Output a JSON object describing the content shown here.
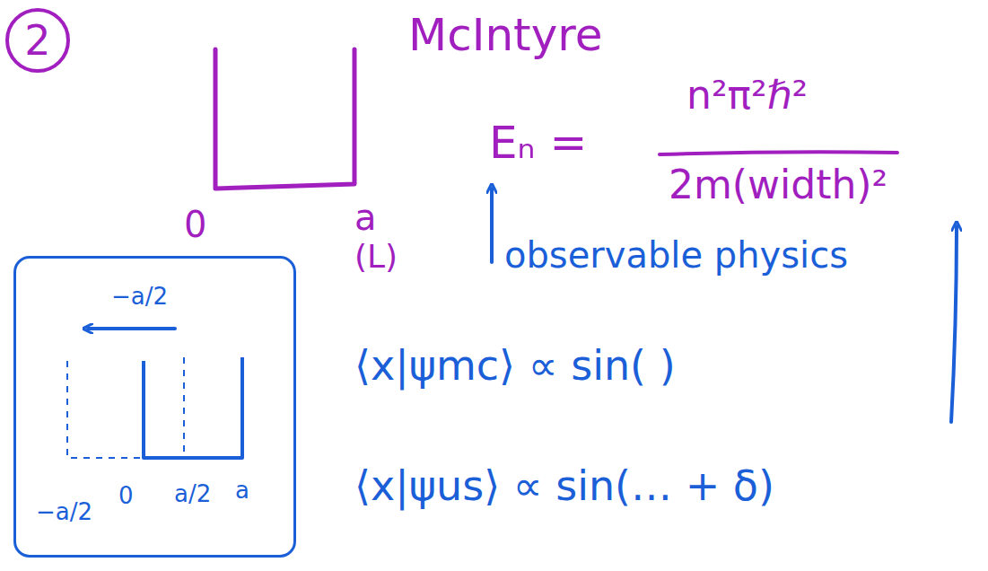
{
  "diagram": {
    "nodes": [
      {
        "text": [
          "2"
        ]
      },
      {
        "text": [
          "−a/2",
          "−a/2",
          "0",
          "a/2",
          "a"
        ]
      }
    ],
    "labels": [
      "McIntyre",
      "0",
      "a",
      "(L)",
      "Eₙ =",
      "n²π²ℏ²",
      "2m(width)²",
      "observable physics",
      "⟨x|ψmc⟩ ∝ sin( )",
      "⟨x|ψus⟩ ∝ sin(… + δ)"
    ]
  }
}
